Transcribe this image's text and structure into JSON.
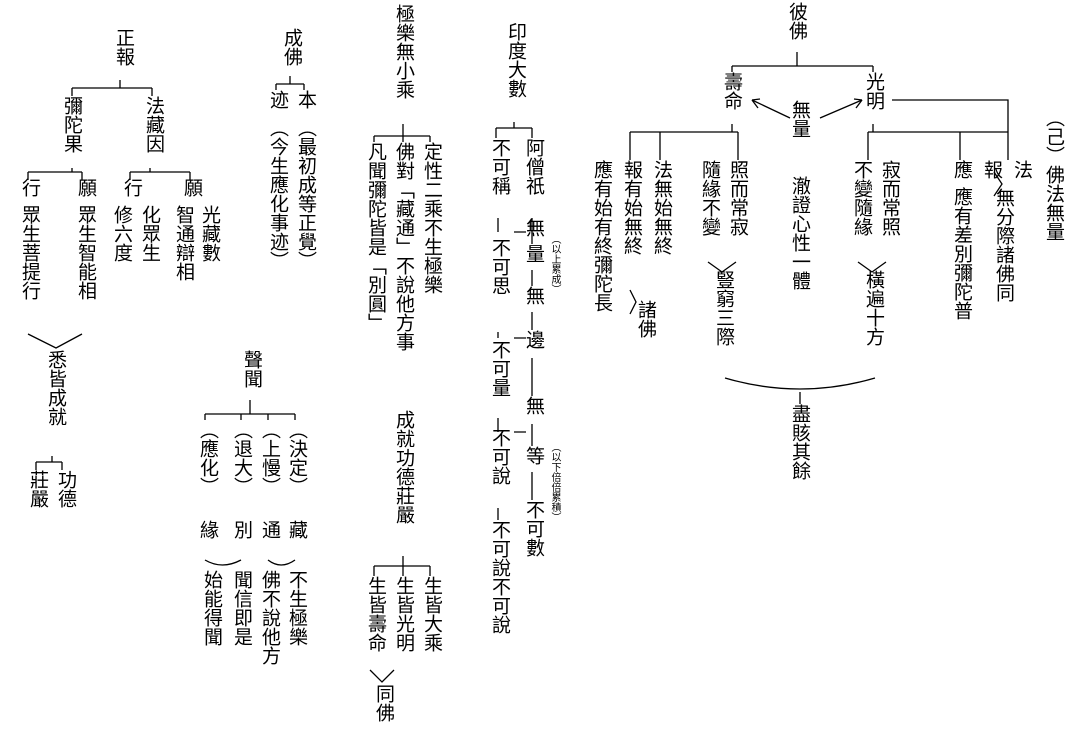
{
  "colors": {
    "ink": "#000000",
    "background": "#ffffff"
  },
  "title": "（己）佛法無量",
  "buddha": {
    "root": "彼佛",
    "life": "壽命",
    "light": "光明",
    "immeasurable": "無量",
    "immeasurable_rest": "澈證心性一體",
    "dharma": "法",
    "reward": "報",
    "response": "應",
    "life_dharma": "法無始無終",
    "life_reward": "報有始無終",
    "life_response": "應有始有終彌陀長",
    "life_all": "諸佛",
    "shine_always": "照而常寂",
    "follow_conditions": "隨緣不變",
    "vertical": "豎窮三際",
    "light_still": "寂而常照",
    "light_unchanging": "不變隨緣",
    "horizontal": "橫遍十方",
    "exhaust": "盡賅其餘",
    "light_dharma_reward": "無分際諸佛同",
    "light_response": "應有差別彌陀普"
  },
  "india": {
    "title": "印度大數",
    "asamkhya": "阿僧祇",
    "col1": [
      "無",
      "量",
      "無",
      "邊",
      "無",
      "等",
      "不可數"
    ],
    "col2": [
      "不可稱",
      "不可思",
      "不可量",
      "不可說",
      "不可說不可說"
    ],
    "note_upper": "（以上累成）",
    "note_lower": "（以下倍倍累積）"
  },
  "bliss": {
    "title": "極樂無小乘",
    "fixed": "定性二乘不生極樂",
    "buddha_said": "佛對「藏通」不說他方事",
    "hearers": "凡聞彌陀皆是「別圓」",
    "achieve": "成就功德莊嚴",
    "great_vehicle": "生皆大乘",
    "light_born": "生皆光明",
    "life_born": "生皆壽命",
    "same_buddha": "同佛"
  },
  "become": {
    "title": "成佛",
    "origin": "本",
    "trace": "迹",
    "origin_note": "（最初成等正覺）",
    "trace_note": "（今生應化事迹）"
  },
  "shravaka": {
    "title": "聲聞",
    "decided": "（決定）",
    "arrogant": "（上慢）",
    "retreat": "（退大）",
    "manifest": "（應化）",
    "canon": "藏",
    "common": "通",
    "distinct": "別",
    "cause": "緣",
    "not_born": "不生極樂",
    "not_say": "佛不說他方",
    "hear_believe": "聞信即是",
    "start_attain": "始能得聞"
  },
  "reward_proper": {
    "title": "正報",
    "amitabha_fruit": "彌陀果",
    "dharmakara_cause": "法藏因",
    "vow": "願",
    "practice": "行",
    "fruit_vow": "眾生智能相",
    "fruit_practice": "眾生菩提行",
    "cause_vow_1": "光藏數",
    "cause_vow_2": "智通辯相",
    "cause_practice_1": "化眾生",
    "cause_practice_2": "修六度",
    "all_achieve": "悉皆成就",
    "merit": "功德",
    "adornment": "莊嚴"
  }
}
